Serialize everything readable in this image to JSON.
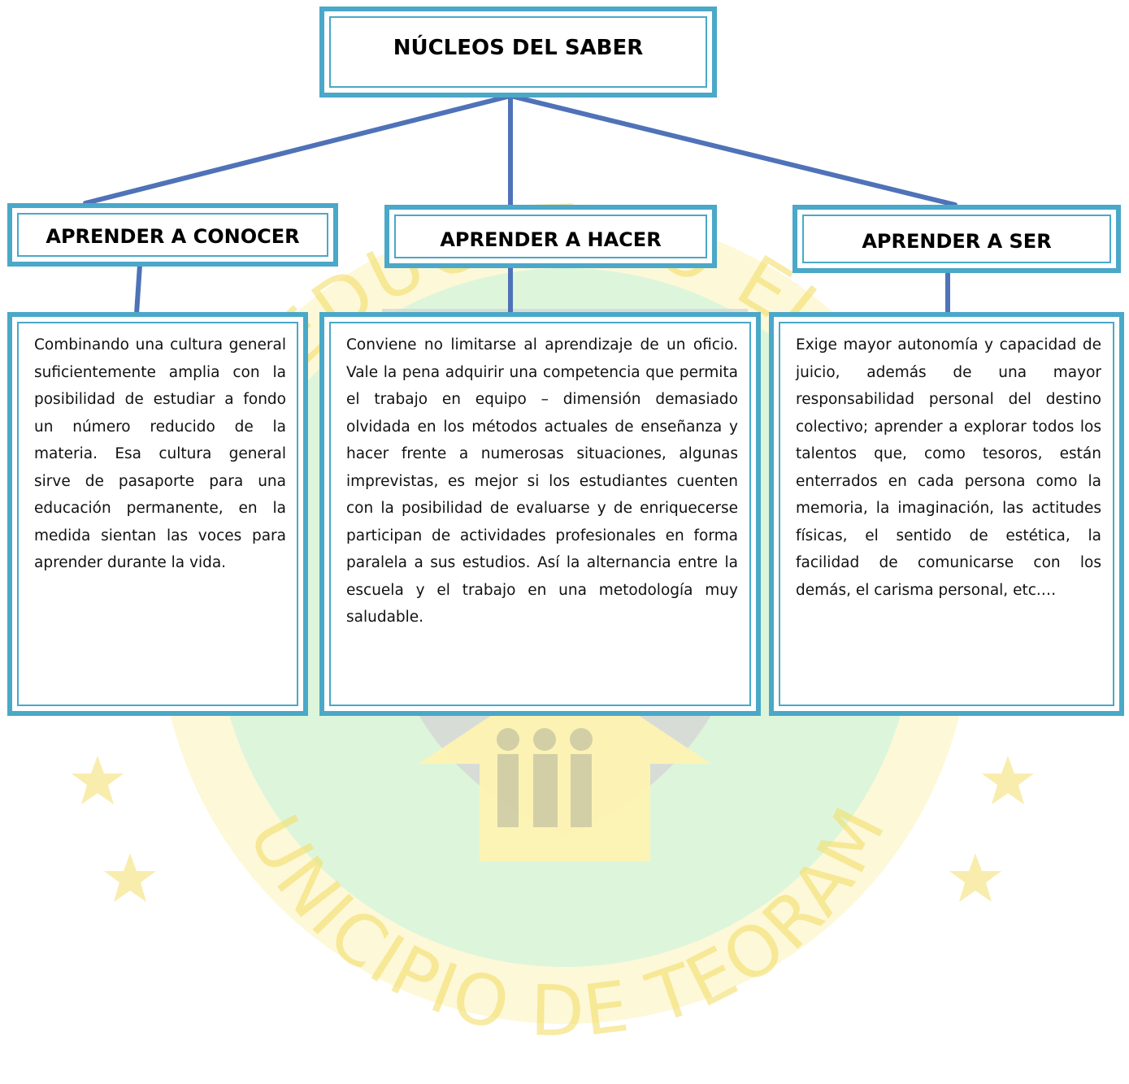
{
  "diagram": {
    "root": {
      "label": "NÚCLEOS DEL SABER"
    },
    "pillars": [
      {
        "label": "APRENDER A CONOCER",
        "description": "Combinando una cultura general suficientemente amplia con la posibilidad de estudiar a fondo un número reducido de la materia. Esa cultura general sirve de pasaporte para una educación permanente, en la medida sientan las voces para aprender durante la vida."
      },
      {
        "label": "APRENDER A HACER",
        "description": "Conviene no limitarse al aprendizaje de un oficio. Vale la pena adquirir una competencia que permita el trabajo en equipo – dimensión demasiado olvidada en los métodos actuales de enseñanza y hacer frente a numerosas situaciones, algunas imprevistas, es mejor si los estudiantes cuenten con la posibilidad de evaluarse y de enriquecerse participan de actividades profesionales en forma paralela a sus estudios. Así la alternancia entre la escuela y el trabajo en una metodología muy saludable."
      },
      {
        "label": "APRENDER A SER",
        "description": "Exige mayor autonomía y capacidad de juicio, además de una mayor responsabilidad personal del destino colectivo; aprender a explorar todos los talentos que, como tesoros, están enterrados en cada persona como la memoria, la imaginación, las actitudes físicas, el sentido de estética, la facilidad de comunicarse con los demás, el carisma personal, etc.…"
      }
    ]
  },
  "watermark": {
    "top_text": "CENTRO EDUCATIVO EL FARACHE",
    "bottom_text": "MUNICIPIO DE TEORAMA"
  },
  "colors": {
    "box_border": "#4aa8c8",
    "connector": "#4f72b8",
    "watermark_ring": "#f7e27a",
    "watermark_green": "#d9f5dc",
    "watermark_shield": "#cfcfcf",
    "watermark_house": "#fff4b0"
  }
}
